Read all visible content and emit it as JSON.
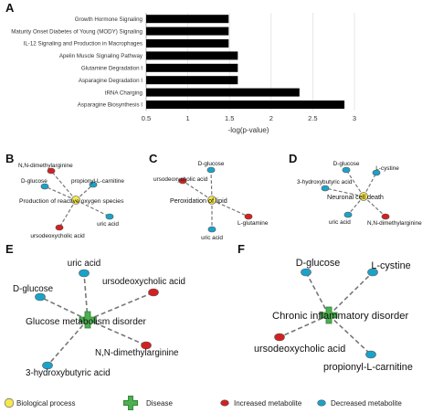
{
  "panel_labels": {
    "a": "A",
    "b": "B",
    "c": "C",
    "d": "D",
    "e": "E",
    "f": "F"
  },
  "chart_data": [
    {
      "type": "bar",
      "orientation": "horizontal",
      "categories": [
        "Growth Hormone Signaling",
        "Maturity Onset Diabetes of Young (MODY) Signaling",
        "IL-12 Signaling and Production in Macrophages",
        "Apelin Muscle Signaling Pathway",
        "Glutamine Degradation I",
        "Asparagine Degradation I",
        "tRNA Charging",
        "Asparagine Biosynthesis I"
      ],
      "values": [
        1.49,
        1.49,
        1.49,
        1.6,
        1.6,
        1.6,
        2.34,
        2.88
      ],
      "xlabel": "-log(p-value)",
      "xlim": [
        0.5,
        3
      ],
      "xticks": [
        "0.5",
        "1",
        "1.5",
        "2",
        "2.5",
        "3"
      ],
      "grid": "vertical",
      "bar_color": "#000000"
    }
  ],
  "networks": {
    "b": {
      "center": {
        "label": "Production of reactive oxygen species",
        "kind": "biological-process"
      },
      "nodes": [
        {
          "label": "N,N-dimethylarginine",
          "kind": "increased"
        },
        {
          "label": "D-glucose",
          "kind": "decreased"
        },
        {
          "label": "propionyl-L-carnitine",
          "kind": "decreased"
        },
        {
          "label": "uric acid",
          "kind": "decreased"
        },
        {
          "label": "ursodeoxycholic acid",
          "kind": "increased"
        }
      ]
    },
    "c": {
      "center": {
        "label": "Peroxidation of lipid",
        "kind": "biological-process"
      },
      "nodes": [
        {
          "label": "D-glucose",
          "kind": "decreased"
        },
        {
          "label": "ursodeoxycholic acid",
          "kind": "increased"
        },
        {
          "label": "L-glutamine",
          "kind": "increased"
        },
        {
          "label": "uric acid",
          "kind": "decreased"
        }
      ]
    },
    "d": {
      "center": {
        "label": "Neuronal cell death",
        "kind": "biological-process"
      },
      "nodes": [
        {
          "label": "D-glucose",
          "kind": "decreased"
        },
        {
          "label": "L-cystine",
          "kind": "decreased"
        },
        {
          "label": "3-hydroxybutyric acid",
          "kind": "decreased"
        },
        {
          "label": "uric acid",
          "kind": "decreased"
        },
        {
          "label": "N,N-dimethylarginine",
          "kind": "increased"
        }
      ]
    },
    "e": {
      "center": {
        "label": "Glucose metabolism disorder",
        "kind": "disease"
      },
      "nodes": [
        {
          "label": "uric acid",
          "kind": "decreased"
        },
        {
          "label": "ursodeoxycholic acid",
          "kind": "increased"
        },
        {
          "label": "D-glucose",
          "kind": "decreased"
        },
        {
          "label": "N,N-dimethylarginine",
          "kind": "increased"
        },
        {
          "label": "3-hydroxybutyric acid",
          "kind": "decreased"
        }
      ]
    },
    "f": {
      "center": {
        "label": "Chronic inflammatory disorder",
        "kind": "disease"
      },
      "nodes": [
        {
          "label": "D-glucose",
          "kind": "decreased"
        },
        {
          "label": "L-cystine",
          "kind": "decreased"
        },
        {
          "label": "ursodeoxycholic acid",
          "kind": "increased"
        },
        {
          "label": "propionyl-L-carnitine",
          "kind": "decreased"
        }
      ]
    }
  },
  "legend": [
    {
      "label": "Biological process",
      "kind": "biological-process"
    },
    {
      "label": "Disease",
      "kind": "disease"
    },
    {
      "label": "Increased metabolite",
      "kind": "increased"
    },
    {
      "label": "Decreased metabolite",
      "kind": "decreased"
    }
  ],
  "colors": {
    "biological-process": "#f5e84a",
    "disease": "#4caf50",
    "increased": "#d42020",
    "decreased": "#1aa3c9",
    "bar": "#000000",
    "edge": "#777777"
  }
}
